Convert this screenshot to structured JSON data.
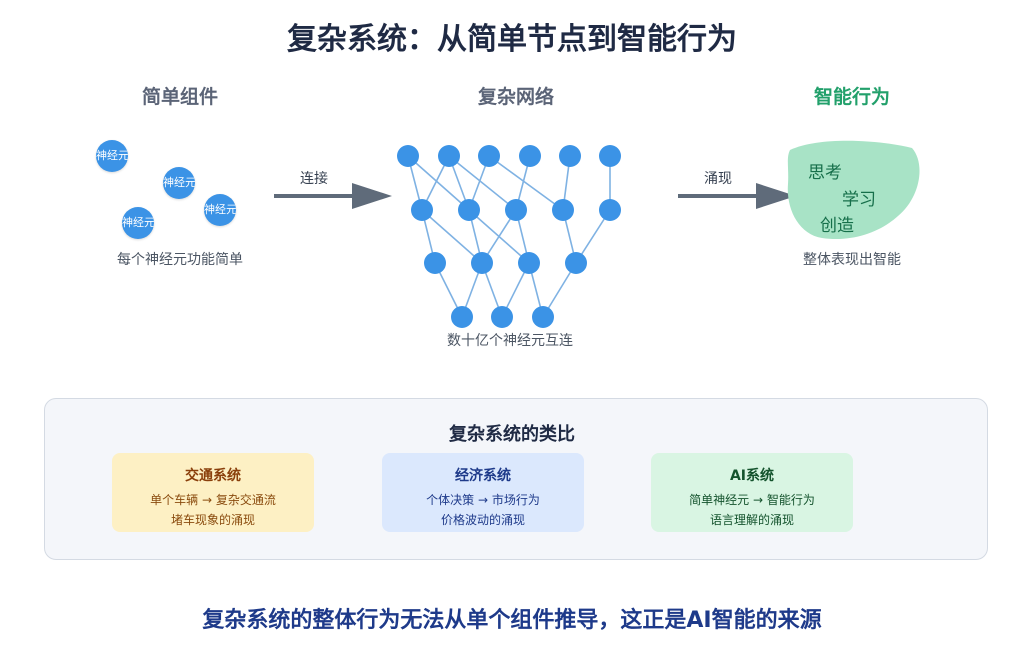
{
  "title": "复杂系统：从简单节点到智能行为",
  "columns": {
    "simple": {
      "heading": "简单组件",
      "neuron_label": "神经元",
      "caption": "每个神经元功能简单"
    },
    "network": {
      "heading": "复杂网络",
      "caption": "数十亿个神经元互连"
    },
    "intelligence": {
      "heading": "智能行为",
      "words": [
        "思考",
        "学习",
        "创造"
      ],
      "caption": "整体表现出智能"
    }
  },
  "arrows": {
    "connect": "连接",
    "emerge": "涌现"
  },
  "analogy": {
    "title": "复杂系统的类比",
    "cards": [
      {
        "title": "交通系统",
        "line1": "单个车辆 → 复杂交通流",
        "line2": "堵车现象的涌现"
      },
      {
        "title": "经济系统",
        "line1": "个体决策 → 市场行为",
        "line2": "价格波动的涌现"
      },
      {
        "title": "AI系统",
        "line1": "简单神经元 → 智能行为",
        "line2": "语言理解的涌现"
      }
    ]
  },
  "footer": "复杂系统的整体行为无法从单个组件推导，这正是AI智能的来源",
  "colors": {
    "node": "#3b93e6",
    "edge": "#7fb2e3",
    "arrow": "#5f6b7a",
    "blob": "#a8e3c6",
    "accent_green": "#22a06b"
  }
}
